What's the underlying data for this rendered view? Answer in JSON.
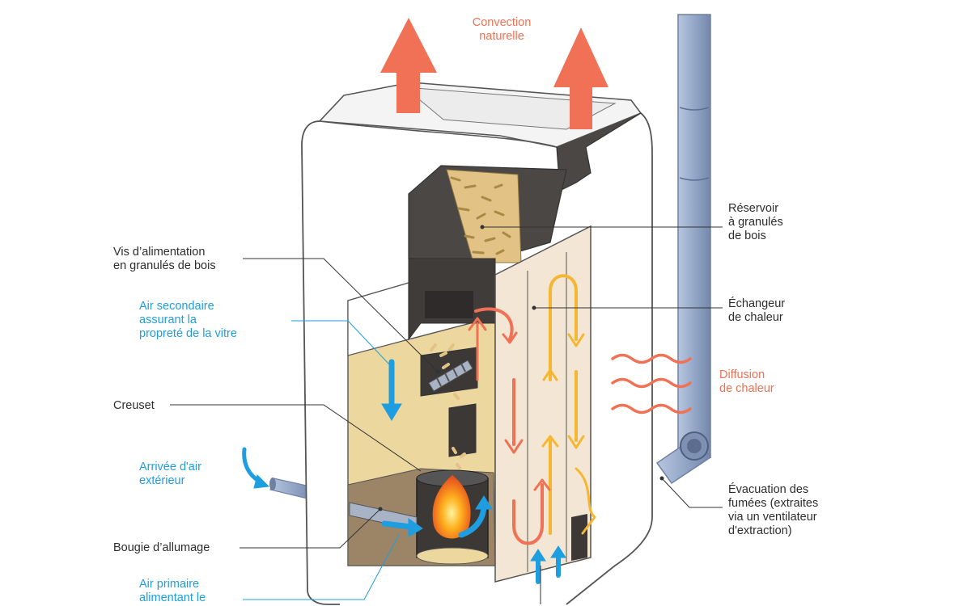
{
  "labels": {
    "convection": "Convection\nnaturelle",
    "reservoir": "Réservoir\nà granulés\nde bois",
    "vis": "Vis d’alimentation\nen granulés de bois",
    "air_secondaire": "Air secondaire\nassurant la\npropreté de la vitre",
    "echangeur": "Échangeur\nde chaleur",
    "diffusion": "Diffusion\nde chaleur",
    "creuset": "Creuset",
    "arrivee_air": "Arrivée d'air\nextérieur",
    "evacuation": "Évacuation des\nfumées (extraites\nvia un ventilateur\nd'extraction)",
    "bougie": "Bougie d’allumage",
    "air_primaire": "Air primaire\nalimentant le"
  },
  "colors": {
    "heat_orange": "#f07155",
    "flow_yellow": "#f5b731",
    "air_blue": "#1e9ee0",
    "pipe_blue": "#94a7c8",
    "stove_dark": "#4a4744",
    "panel_cream": "#f3e6d4",
    "combustion_tan": "#ecd79e",
    "pellet_gold": "#e2c285",
    "floor_brown": "#9c8466"
  }
}
